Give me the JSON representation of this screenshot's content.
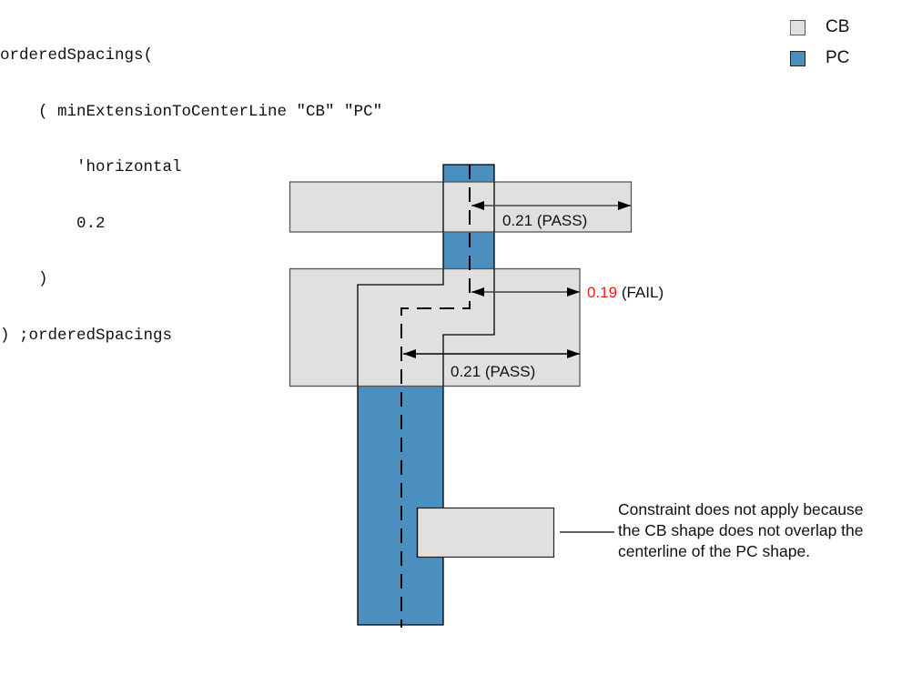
{
  "code": {
    "lines": [
      "orderedSpacings(",
      "    ( minExtensionToCenterLine \"CB\" \"PC\"",
      "        'horizontal",
      "        0.2",
      "    )",
      ") ;orderedSpacings"
    ]
  },
  "legend": {
    "items": [
      {
        "label": "CB",
        "icon": "cb-swatch-icon",
        "color": "#e0e0e0"
      },
      {
        "label": "PC",
        "icon": "pc-swatch-icon",
        "color": "#4a8fc0"
      }
    ]
  },
  "colors": {
    "cb_fill": "#e0e0e0",
    "pc_fill": "#4a8fc0",
    "fail": "#e8201a"
  },
  "measurements": [
    {
      "value": "0.21",
      "status": "(PASS)",
      "result": "pass"
    },
    {
      "value": "0.19",
      "status": "(FAIL)",
      "result": "fail"
    },
    {
      "value": "0.21",
      "status": "(PASS)",
      "result": "pass"
    }
  ],
  "note": {
    "lines": [
      "Constraint does not apply because",
      "the CB shape does not overlap the",
      "centerline of the PC shape."
    ]
  }
}
